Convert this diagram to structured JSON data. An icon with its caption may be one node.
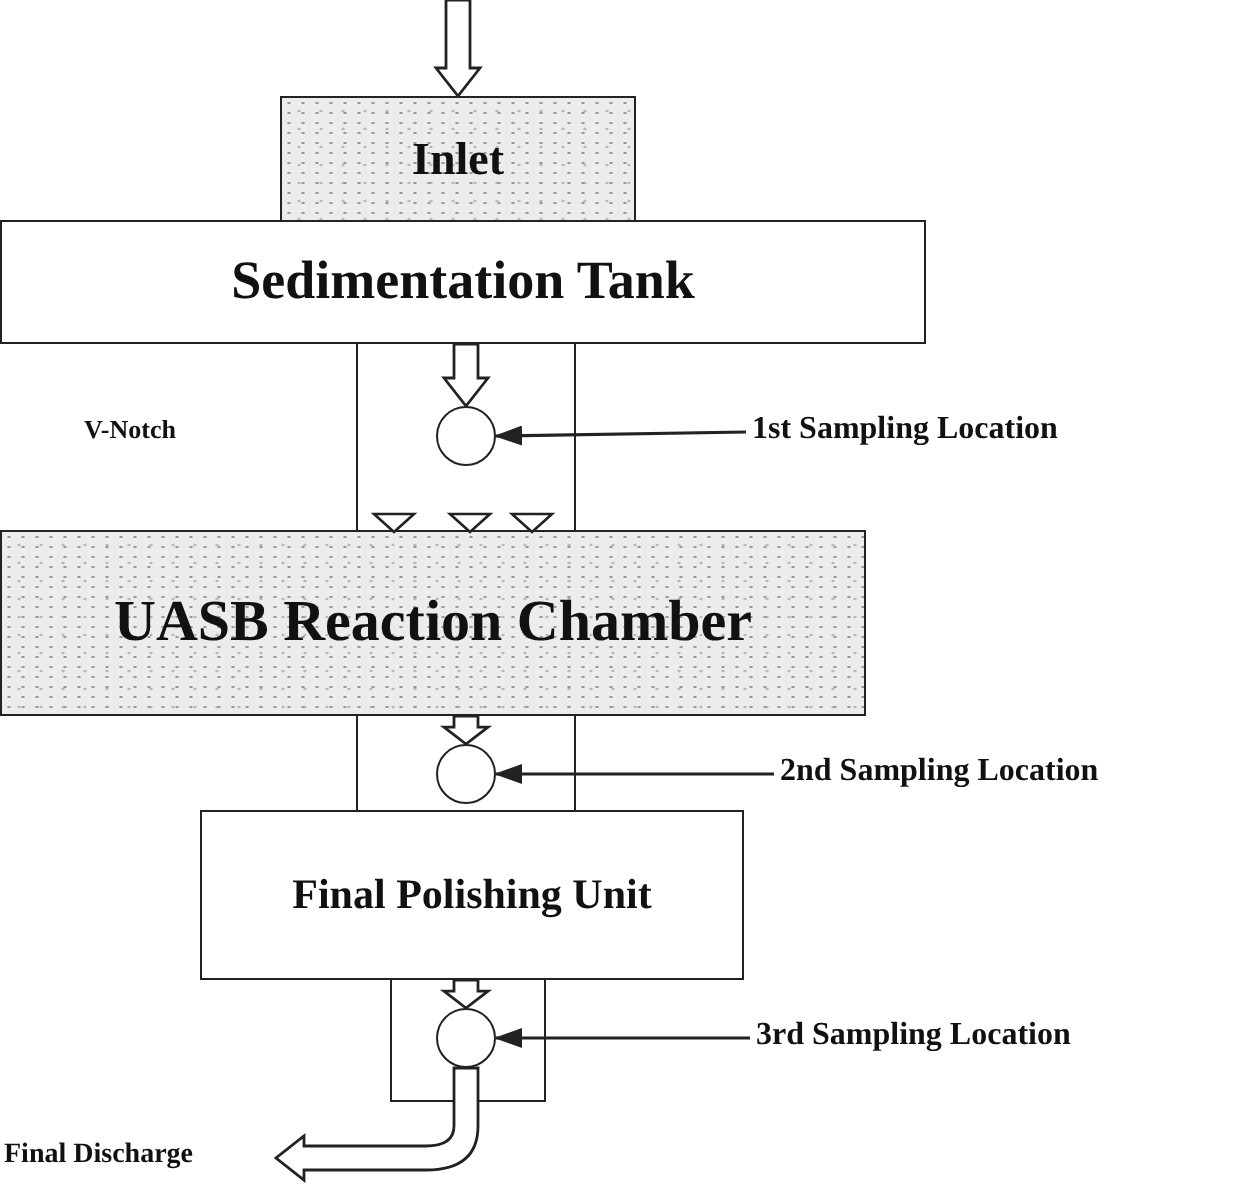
{
  "diagram": {
    "nodes": [
      {
        "text": [
          "Inlet"
        ]
      },
      {
        "text": [
          "Sedimentation Tank"
        ]
      },
      {
        "text": [],
        "shape": "circle"
      },
      {
        "text": [
          "1st Sampling Location"
        ]
      },
      {
        "text": [
          "UASB Reaction Chamber"
        ]
      },
      {
        "text": [],
        "shape": "circle"
      },
      {
        "text": [
          "2nd Sampling Location"
        ]
      },
      {
        "text": [
          "Final Polishing Unit"
        ]
      },
      {
        "text": [],
        "shape": "circle"
      },
      {
        "text": [
          "3rd Sampling Location"
        ]
      },
      {
        "text": [
          "Final Discharge"
        ]
      }
    ],
    "edges": [
      {
        "from": null,
        "to": 0,
        "arrow": "to",
        "style": "thick"
      },
      {
        "from": 1,
        "to": 2,
        "arrow": "to",
        "style": "thick"
      },
      {
        "from": 3,
        "to": 2,
        "arrow": "to"
      },
      {
        "from": 4,
        "to": 5,
        "arrow": "to",
        "style": "thick"
      },
      {
        "from": 6,
        "to": 5,
        "arrow": "to"
      },
      {
        "from": 7,
        "to": 8,
        "arrow": "to",
        "style": "thick"
      },
      {
        "from": 9,
        "to": 8,
        "arrow": "to"
      },
      {
        "from": 8,
        "to": 10,
        "arrow": "to",
        "style": "thick"
      }
    ],
    "labels": [
      "V-Notch"
    ]
  }
}
